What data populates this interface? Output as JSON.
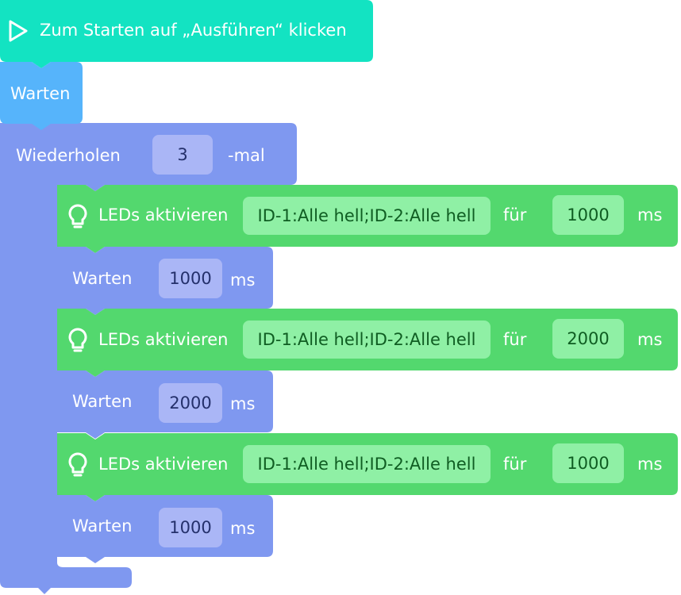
{
  "colors": {
    "start": "#13e3c2",
    "wait_top": "#56b4fb",
    "loop": "#7f98f0",
    "led": "#53d86e"
  },
  "start_block": {
    "icon": "play-icon",
    "label": "Zum Starten auf „Ausführen“ klicken"
  },
  "wait_block": {
    "label": "Warten"
  },
  "loop_block": {
    "label": "Wiederholen",
    "count": "3",
    "suffix": "-mal"
  },
  "steps": [
    {
      "type": "led",
      "label": "LEDs aktivieren",
      "setting": "ID-1:Alle hell;ID-2:Alle hell",
      "for_label": "für",
      "duration": "1000",
      "unit": "ms"
    },
    {
      "type": "wait",
      "label": "Warten",
      "duration": "1000",
      "unit": "ms"
    },
    {
      "type": "led",
      "label": "LEDs aktivieren",
      "setting": "ID-1:Alle hell;ID-2:Alle hell",
      "for_label": "für",
      "duration": "2000",
      "unit": "ms"
    },
    {
      "type": "wait",
      "label": "Warten",
      "duration": "2000",
      "unit": "ms"
    },
    {
      "type": "led",
      "label": "LEDs aktivieren",
      "setting": "ID-1:Alle hell;ID-2:Alle hell",
      "for_label": "für",
      "duration": "1000",
      "unit": "ms"
    },
    {
      "type": "wait",
      "label": "Warten",
      "duration": "1000",
      "unit": "ms"
    }
  ]
}
